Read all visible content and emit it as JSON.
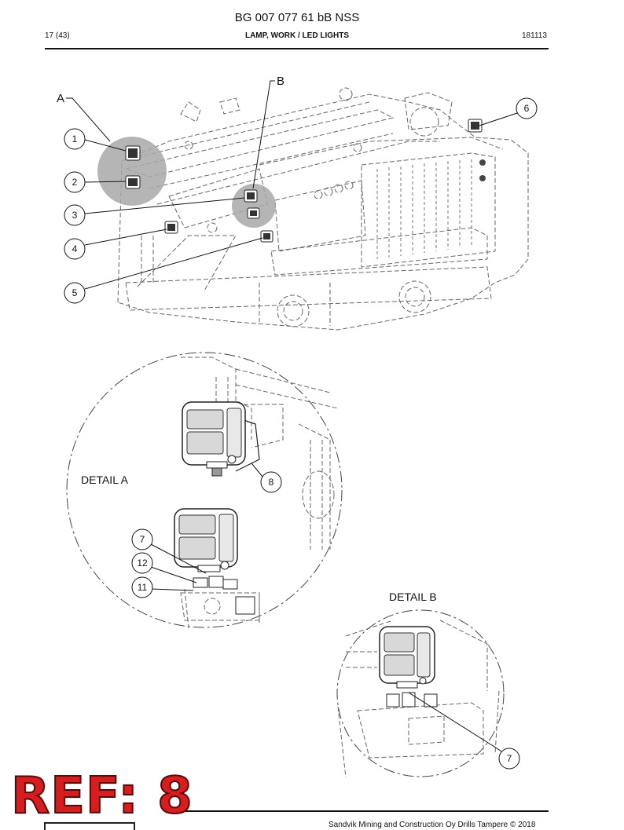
{
  "header": {
    "doc_title": "BG 007 077 61 bB NSS",
    "page": "17 (43)",
    "section": "LAMP, WORK / LED LIGHTS",
    "date": "181113"
  },
  "callouts": {
    "c1": "1",
    "c2": "2",
    "c3": "3",
    "c4": "4",
    "c5": "5",
    "c6": "6",
    "c7a": "7",
    "c7b": "7",
    "c8": "8",
    "c11": "11",
    "c12": "12",
    "letter_a": "A",
    "letter_b": "B"
  },
  "details": {
    "a_label": "DETAIL A",
    "b_label": "DETAIL B"
  },
  "footer": {
    "copyright": "Sandvik Mining and Construction Oy Drills Tampere © 2018",
    "ref_stamp": "REF: 8"
  },
  "colors": {
    "stamp_red": "#d61e1e",
    "highlight_gray": "#a8a8a8"
  }
}
